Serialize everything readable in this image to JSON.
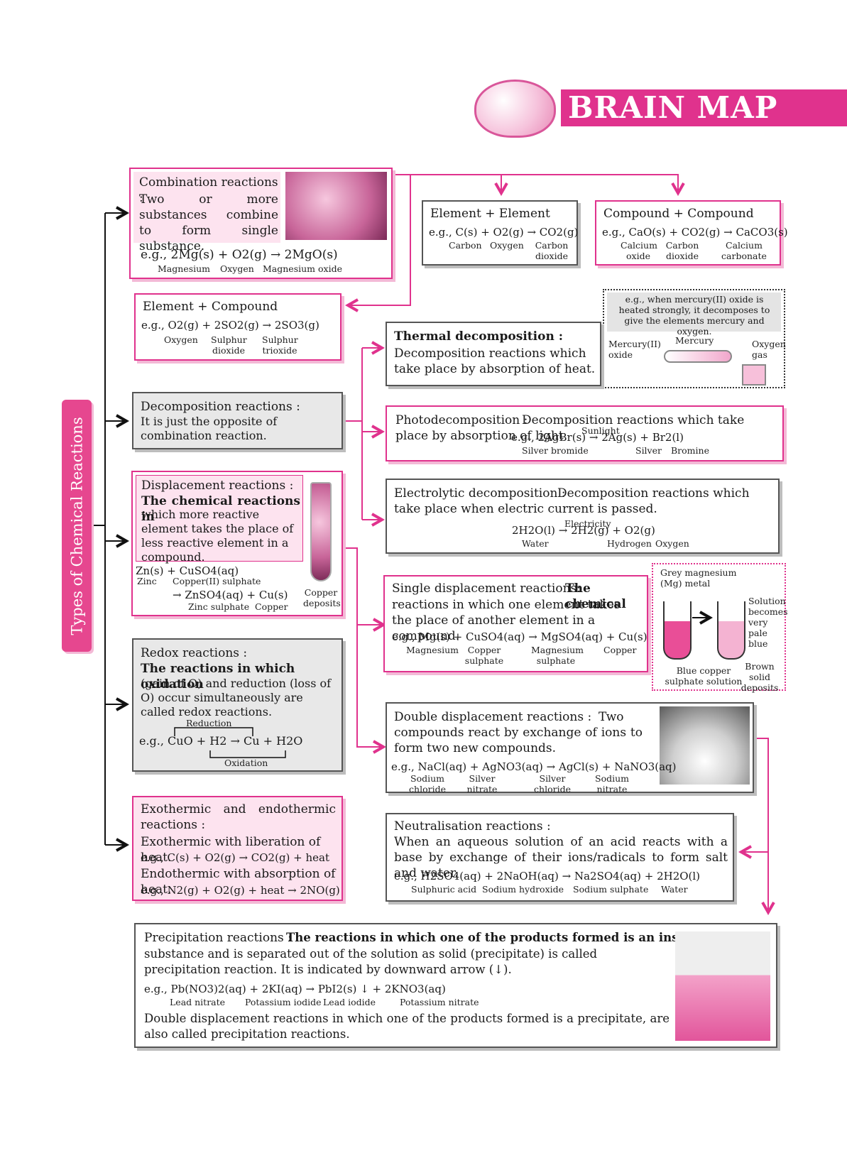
{
  "header": {
    "title": "BRAIN MAP"
  },
  "side_label": "Types of Chemical Reactions",
  "combination": {
    "title": "Combination reactions :",
    "desc": "Two or more substances combine to form single substance.",
    "eq": "e.g., 2Mg(s) + O2(g) → 2MgO(s)",
    "labels": [
      "Magnesium",
      "Oxygen",
      "Magnesium oxide"
    ]
  },
  "element_element": {
    "title": "Element + Element",
    "eq": "e.g., C(s) + O2(g) → CO2(g)",
    "labels": [
      "Carbon",
      "Oxygen",
      "Carbon dioxide"
    ]
  },
  "compound_compound": {
    "title": "Compound + Compound",
    "eq": "e.g., CaO(s) + CO2(g) → CaCO3(s)",
    "labels": [
      "Calcium oxide",
      "Carbon dioxide",
      "Calcium carbonate"
    ]
  },
  "element_compound": {
    "title": "Element + Compound",
    "eq": "e.g., O2(g) + 2SO2(g) → 2SO3(g)",
    "labels": [
      "Oxygen",
      "Sulphur dioxide",
      "Sulphur trioxide"
    ]
  },
  "mercury_note": {
    "text": "e.g., when mercury(II) oxide is heated strongly, it decomposes to give the elements mercury and oxygen.",
    "labels": [
      "Mercury(II) oxide",
      "Mercury",
      "Oxygen gas"
    ]
  },
  "thermal": {
    "title": "Thermal decomposition :",
    "desc": "Decomposition reactions which take place by absorption of heat."
  },
  "decomposition": {
    "title": "Decomposition reactions :",
    "desc": "It is just the opposite of combination reaction."
  },
  "photo": {
    "title": "Photodecomposition :",
    "desc": "Decomposition reactions which take place by absorption of light",
    "eq": "e.g., 2AgBr(s) → 2Ag(s) + Br2(l)",
    "condition": "Sunlight",
    "labels": [
      "Silver bromide",
      "Silver",
      "Bromine"
    ]
  },
  "electrolytic": {
    "title": "Electrolytic decomposition :",
    "desc": "Decomposition reactions which take place when electric current is passed.",
    "eq": "2H2O(l) → 2H2(g) + O2(g)",
    "condition": "Electricity",
    "labels": [
      "Water",
      "Hydrogen",
      "Oxygen"
    ]
  },
  "displacement": {
    "title": "Displacement reactions :",
    "desc_bold": "The chemical reactions in",
    "desc": "which more reactive element takes the place of less reactive element in a compound.",
    "eq1": "Zn(s) + CuSO4(aq)",
    "eq2": "→ ZnSO4(aq) + Cu(s)",
    "labels": [
      "Zinc",
      "Copper(II) sulphate",
      "Zinc sulphate",
      "Copper"
    ],
    "image_label": "Copper deposits"
  },
  "single": {
    "title": "Single displacement reactions:",
    "desc_bold": "The chemical",
    "desc": "reactions in which one element takes the place of another element in a compound.",
    "eq": "e.g., Mg(s) + CuSO4(aq) → MgSO4(aq) + Cu(s)",
    "labels": [
      "Magnesium",
      "Copper sulphate",
      "Magnesium sulphate",
      "Copper"
    ]
  },
  "mg_note": {
    "labels": [
      "Grey magnesium (Mg) metal",
      "Solution becomes very pale blue",
      "Blue copper sulphate solution",
      "Brown solid deposits"
    ]
  },
  "redox": {
    "title": "Redox reactions :",
    "desc_bold": "The reactions in which oxidation",
    "desc": "(gain of O) and reduction (loss of O) occur simultaneously are called redox reactions.",
    "eq": "e.g., CuO + H2 → Cu + H2O",
    "reduction": "Reduction",
    "oxidation": "Oxidation"
  },
  "double": {
    "title": "Double displacement reactions :",
    "desc": "Two compounds react by exchange of ions to form two new compounds.",
    "eq": "e.g., NaCl(aq) + AgNO3(aq) → AgCl(s) + NaNO3(aq)",
    "labels": [
      "Sodium chloride",
      "Silver nitrate",
      "Silver chloride",
      "Sodium nitrate"
    ]
  },
  "exo": {
    "title": "Exothermic and endothermic reactions :",
    "exo_desc": "Exothermic with liberation of heat.",
    "exo_eq": "e.g., C(s) + O2(g) → CO2(g) + heat",
    "endo_desc": "Endothermic with absorption of heat.",
    "endo_eq": "e.g., N2(g) + O2(g) + heat → 2NO(g)"
  },
  "neutral": {
    "title": "Neutralisation reactions :",
    "desc": "When an aqueous solution of an acid reacts with a base by exchange of their ions/radicals to form salt and water.",
    "eq": "e.g., H2SO4(aq) + 2NaOH(aq) → Na2SO4(aq) + 2H2O(l)",
    "labels": [
      "Sulphuric acid",
      "Sodium hydroxide",
      "Sodium sulphate",
      "Water"
    ]
  },
  "precip": {
    "title": "Precipitation reactions :",
    "desc_bold": "The reactions in which one of the products formed is an insoluble",
    "desc": "substance and is separated out of the solution as solid (precipitate) is called precipitation reaction. It is indicated by downward arrow (↓).",
    "eq": "e.g., Pb(NO3)2(aq) + 2KI(aq) → PbI2(s) ↓ + 2KNO3(aq)",
    "labels": [
      "Lead nitrate",
      "Potassium iodide",
      "Lead iodide",
      "Potassium nitrate"
    ],
    "note": "Double displacement reactions in which one of the products formed is a precipitate, are also called precipitation reactions."
  },
  "colors": {
    "accent": "#e0328d",
    "accent_light": "#f3b9d6",
    "gray": "#555555"
  }
}
